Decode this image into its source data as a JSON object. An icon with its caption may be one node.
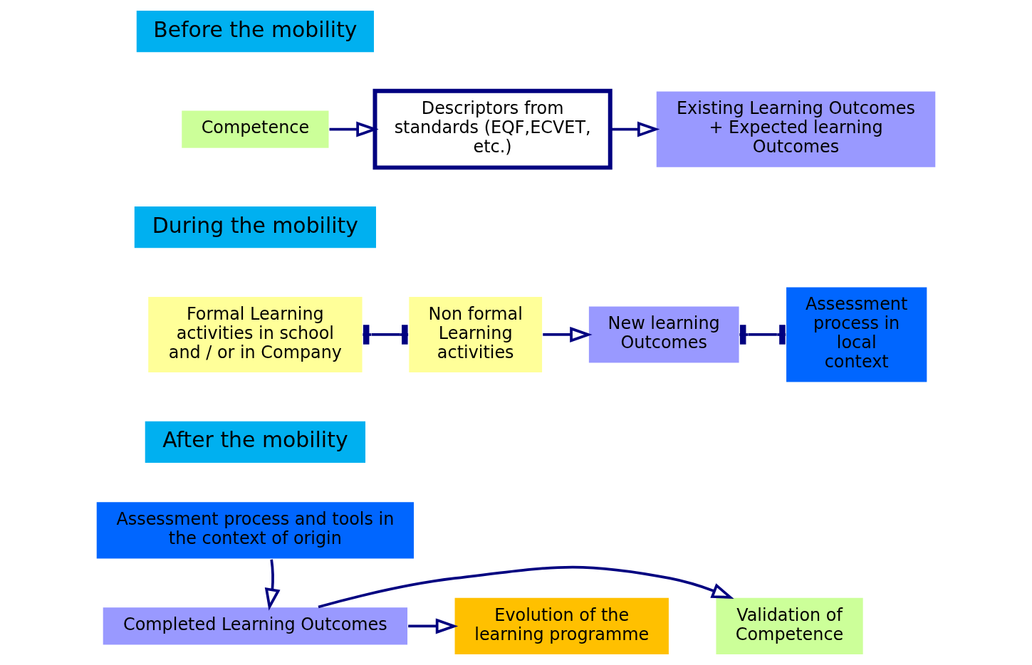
{
  "diagram": {
    "nodes": [
      {
        "text": [
          "Before the mobility"
        ]
      },
      {
        "text": [
          "Competence"
        ]
      },
      {
        "text": [
          "Descriptors from standards (EQF,ECVET, etc.)"
        ]
      },
      {
        "text": [
          "Existing Learning Outcomes + Expected learning Outcomes"
        ]
      },
      {
        "text": [
          "During the mobility"
        ]
      },
      {
        "text": [
          "Formal Learning activities in school and / or in Company"
        ]
      },
      {
        "text": [
          "Non formal Learning activities"
        ]
      },
      {
        "text": [
          "New learning Outcomes"
        ]
      },
      {
        "text": [
          "Assessment process in local context"
        ]
      },
      {
        "text": [
          "After the mobility"
        ]
      },
      {
        "text": [
          "Assessment process and tools in the context of origin"
        ]
      },
      {
        "text": [
          "Completed Learning Outcomes"
        ]
      },
      {
        "text": [
          "Validation of Competence"
        ]
      },
      {
        "text": [
          "Evolution of the learning programme"
        ]
      }
    ],
    "edges": [
      {
        "from": 1,
        "to": 2,
        "arrow": "to"
      },
      {
        "from": 2,
        "to": 3,
        "arrow": "to"
      },
      {
        "from": 5,
        "to": 6,
        "arrow": "other"
      },
      {
        "from": 6,
        "to": 7,
        "arrow": "to"
      },
      {
        "from": 7,
        "to": 8,
        "arrow": "other"
      },
      {
        "from": 10,
        "to": 11,
        "arrow": "to"
      },
      {
        "from": 11,
        "to": 12,
        "arrow": "to"
      },
      {
        "from": 11,
        "to": 13,
        "arrow": "to"
      }
    ]
  }
}
